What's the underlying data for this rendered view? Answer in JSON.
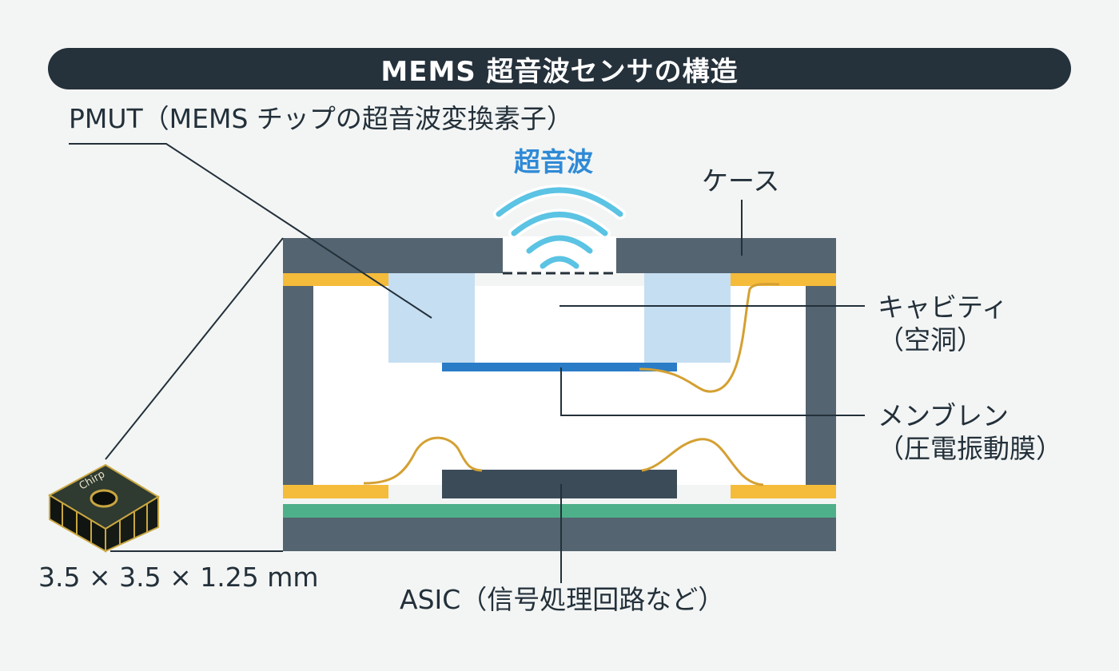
{
  "title": "MEMS 超音波センサの構造",
  "labels": {
    "pmut": "PMUT（MEMS チップの超音波変換素子）",
    "ultrasound": "超音波",
    "case": "ケース",
    "cavity_line1": "キャビティ",
    "cavity_line2": "（空洞）",
    "membrane_line1": "メンブレン",
    "membrane_line2": "（圧電振動膜）",
    "asic": "ASIC（信号処理回路など）",
    "dimensions": "3.5 × 3.5 × 1.25 mm",
    "chip_brand": "Chirp"
  },
  "colors": {
    "title_bg": "#25313b",
    "case": "#546470",
    "pad": "#f5bb3a",
    "pmut": "#c5def2",
    "membrane": "#2a7cc7",
    "asic": "#3b4c58",
    "pcb": "#4eb08a",
    "wire": "#d4a032",
    "wave": "#5bc3e3",
    "accent_text": "#2f8ad6"
  }
}
